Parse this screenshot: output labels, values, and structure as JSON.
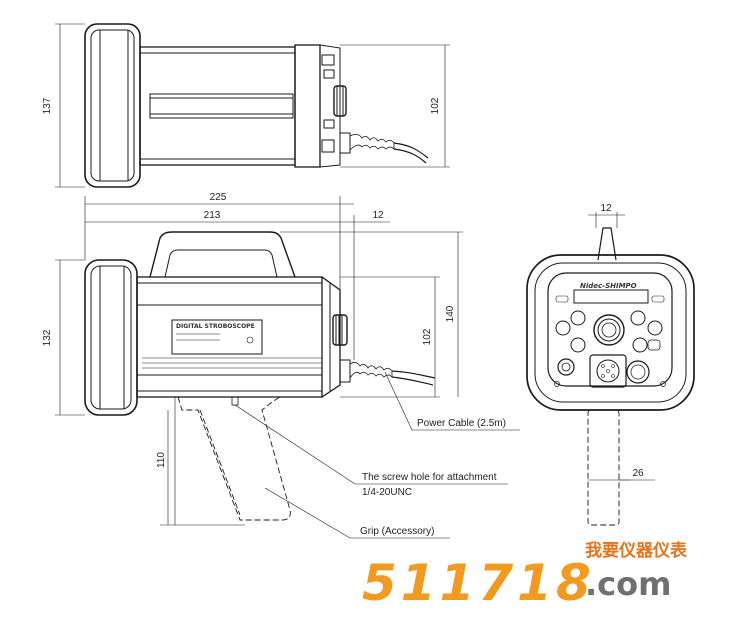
{
  "dimensions": {
    "top_height_outer": "137",
    "top_height_inner": "102",
    "total_length": "225",
    "body_length": "213",
    "offset_right": "12",
    "side_height_outer": "132",
    "side_height_inner": "102",
    "side_height_total": "140",
    "grip_height": "110",
    "front_handle_width": "12",
    "front_grip_width": "26"
  },
  "callouts": {
    "power_cable": "Power Cable (2.5m)",
    "screw_hole_line1": "The screw hole for attachment",
    "screw_hole_line2": "1/4-20UNC",
    "grip": "Grip (Accessory)"
  },
  "labels": {
    "side_plate": "DIGITAL STROBOSCOPE",
    "front_brand": "Nidec-SHIMPO"
  },
  "watermark": {
    "number": "511718",
    "chinese": "我要仪器仪表",
    "domain": ".com"
  },
  "colors": {
    "line": "#1a1a1a",
    "watermark_orange": "#f39a1e",
    "watermark_gray": "#6f6f6f"
  }
}
